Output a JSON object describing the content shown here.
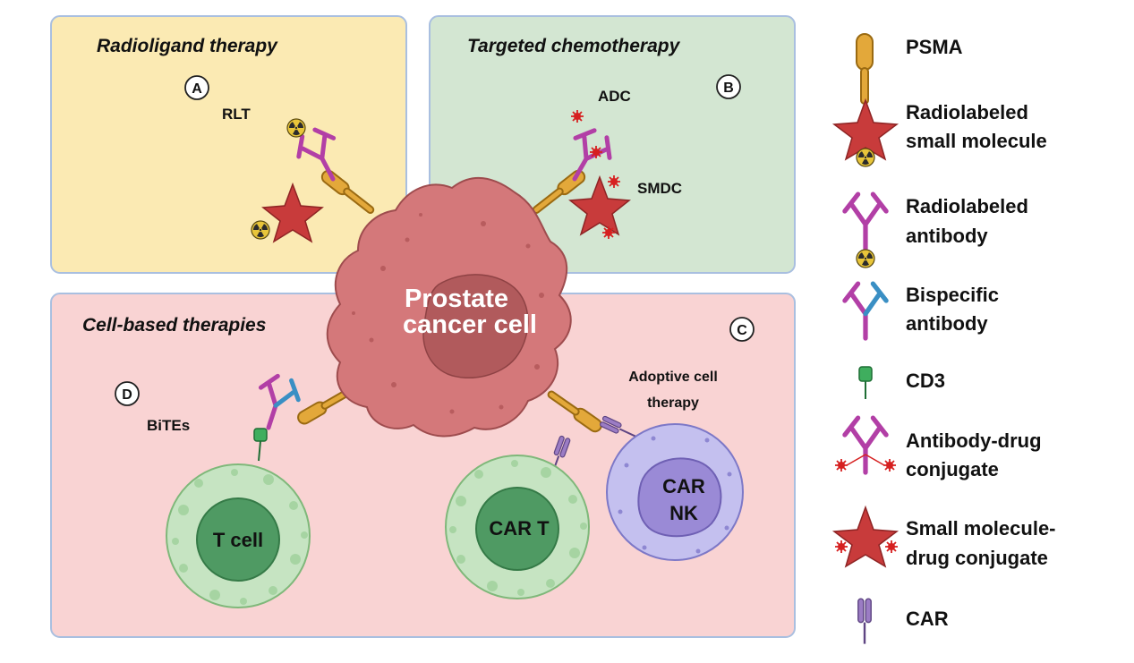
{
  "panels": {
    "radioligand": {
      "title": "Radioligand therapy",
      "letter": "A",
      "label": "RLT"
    },
    "targeted": {
      "title": "Targeted chemotherapy",
      "letter": "B",
      "label_adc": "ADC",
      "label_smdc": "SMDC"
    },
    "cell_based": {
      "title": "Cell-based therapies",
      "letter_c": "C",
      "letter_d": "D",
      "label_bites": "BiTEs",
      "adoptive_line1": "Adoptive cell",
      "adoptive_line2": "therapy"
    }
  },
  "cancer_cell": {
    "line1": "Prostate",
    "line2": "cancer cell"
  },
  "cells": {
    "tcell": "T cell",
    "car_t": "CAR T",
    "car_nk_line1": "CAR",
    "car_nk_line2": "NK"
  },
  "legend": {
    "psma": "PSMA",
    "radiolabeled_small_molecule": [
      "Radiolabeled",
      "small molecule"
    ],
    "radiolabeled_antibody": [
      "Radiolabeled",
      "antibody"
    ],
    "bispecific_antibody": [
      "Bispecific",
      "antibody"
    ],
    "cd3": "CD3",
    "adc": [
      "Antibody-drug",
      "conjugate"
    ],
    "smdc": [
      "Small molecule-",
      "drug conjugate"
    ],
    "car": "CAR"
  },
  "colors": {
    "panel_a": "#fbeab3",
    "panel_b": "#d3e6d2",
    "panel_c": "#f9d3d3",
    "panel_border": "#a9bfe0",
    "cancer_cell": "#d4787a",
    "nucleus": "#b15a5c",
    "psma": "#d49a2a",
    "antibody_magenta": "#b23fa6",
    "antibody_blue": "#3a8fc4",
    "star_red": "#c83b3b",
    "tcell_outer": "#c6e4c2",
    "tcell_inner": "#4f9a63",
    "nk_outer": "#c4c0ef",
    "nk_inner": "#9a8ad6",
    "car_purple": "#8a6bb0"
  }
}
